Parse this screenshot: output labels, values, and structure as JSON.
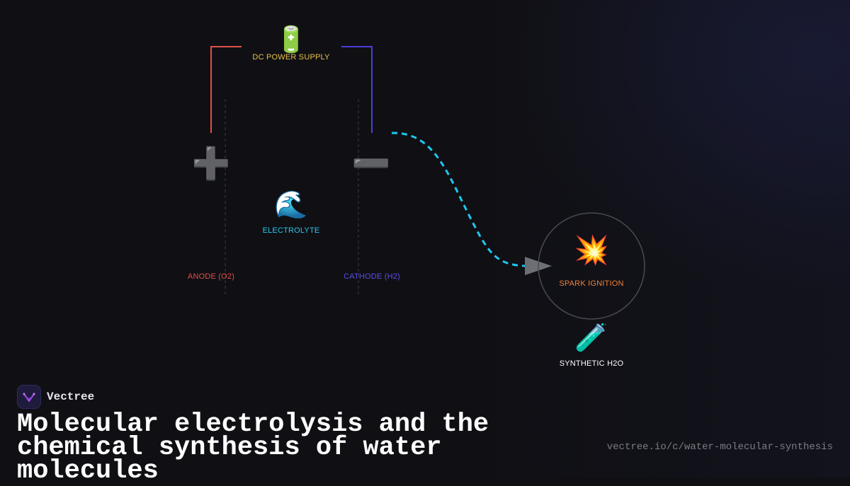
{
  "diagram": {
    "power_supply": {
      "icon": "battery-icon",
      "glyph": "🔋",
      "label": "DC POWER SUPPLY",
      "color": "#e8c04a"
    },
    "anode": {
      "icon": "plus-icon",
      "glyph": "➕",
      "label": "ANODE (O2)",
      "color": "#e0504a",
      "wire_color": "#e0504a"
    },
    "cathode": {
      "icon": "minus-icon",
      "glyph": "➖",
      "label": "CATHODE (H2)",
      "color": "#5a4ee8",
      "wire_color": "#4a3fd8"
    },
    "electrolyte": {
      "icon": "water-wave-icon",
      "glyph": "🌊",
      "label": "ELECTROLYTE",
      "color": "#29c6ee"
    },
    "spark": {
      "icon": "collision-icon",
      "glyph": "💥",
      "label": "SPARK IGNITION",
      "color": "#f0803a"
    },
    "product": {
      "icon": "test-tube-icon",
      "glyph": "🧪",
      "label": "SYNTHETIC H2O",
      "color": "#ffffff"
    },
    "flow_color": "#1ec8f0"
  },
  "footer": {
    "brand_name": "Vectree",
    "logo_icon": "vectree-logo-icon",
    "title_line1": "Molecular electrolysis and the",
    "title_line2": "chemical synthesis of water molecules",
    "url": "vectree.io/c/water-molecular-synthesis"
  }
}
